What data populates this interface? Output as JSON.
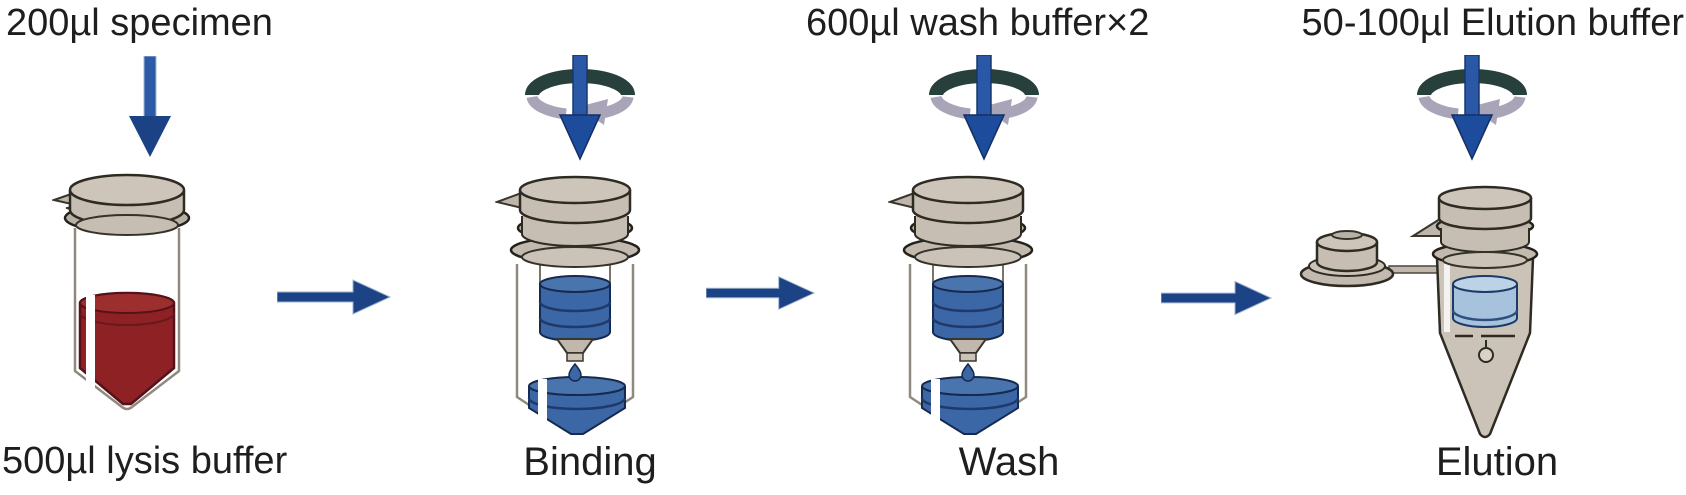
{
  "steps": [
    {
      "id": "lysis",
      "top_label": "200µl specimen",
      "bottom_label": "500µl lysis buffer",
      "illustration": "open microcentrifuge tube with red lysate",
      "has_spin_icon": false
    },
    {
      "id": "binding",
      "bottom_label": "Binding",
      "illustration": "spin column in collection tube, blue sample dripping through",
      "has_spin_icon": true
    },
    {
      "id": "wash",
      "top_label": "600µl wash buffer×2",
      "bottom_label": "Wash",
      "illustration": "spin column in collection tube, blue wash buffer dripping through",
      "has_spin_icon": true
    },
    {
      "id": "elution",
      "top_label": "50-100µl Elution buffer",
      "bottom_label": "Elution",
      "illustration": "conical microtube with open cap and blue eluate band",
      "has_spin_icon": true
    }
  ],
  "arrows": {
    "down_arrow_count": 1,
    "right_arrow_count": 3,
    "spin_icon_count": 3
  },
  "colors": {
    "background": "#ffffff",
    "text": "#1e1e1e",
    "right_arrow": "#1c4386",
    "down_arrow_shaft": "#2d5aa6",
    "down_arrow_head": "#1a4284",
    "spin_ring_dark": "#27403b",
    "spin_ring_light": "#a9a4b8",
    "red_liquid": "#8e2124",
    "blue_liquid": "#3c67a6",
    "elution_liquid": "#a6c2dc",
    "plastic": "#c6beb3"
  }
}
